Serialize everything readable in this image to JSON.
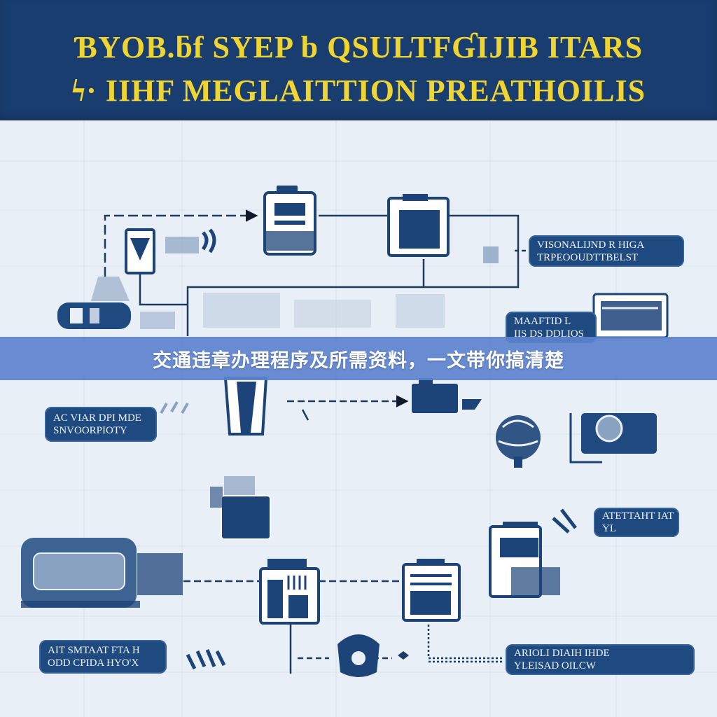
{
  "header": {
    "line1": "ƁYOB.ƃf SYEP b QSULTFƓIJIB ITARS",
    "line2": "ϟ· IIHF MEGLAITTION PREATHOILIS"
  },
  "banner": {
    "title": "交通违章办理程序及所需资料，一文带你搞清楚"
  },
  "labels": {
    "top_right": [
      "VISONALIJND R HIGA",
      "TRPEOOUDTTBELST"
    ],
    "mid_right": [
      "MAAFTID L",
      "IIS DS DDLIOS"
    ],
    "mid_left": [
      "AC VIAR DPI MDE",
      "SNVOORPIOTY"
    ],
    "lower_right": [
      "ATETTAHT IAT",
      "YL"
    ],
    "bottom_left": [
      "AIT SMTAAT FTA H",
      "ODD CPIDA HYO'X"
    ],
    "bottom_right": [
      "ARIOLI DIAIH  IHDE",
      "YLEISAD    OILCW"
    ]
  },
  "colors": {
    "header_bg": "#193d6e",
    "header_text": "#f0d531",
    "banner_bg": "#5c82cd",
    "icon_dark": "#1d4478",
    "label_bg": "#1f4a80"
  }
}
